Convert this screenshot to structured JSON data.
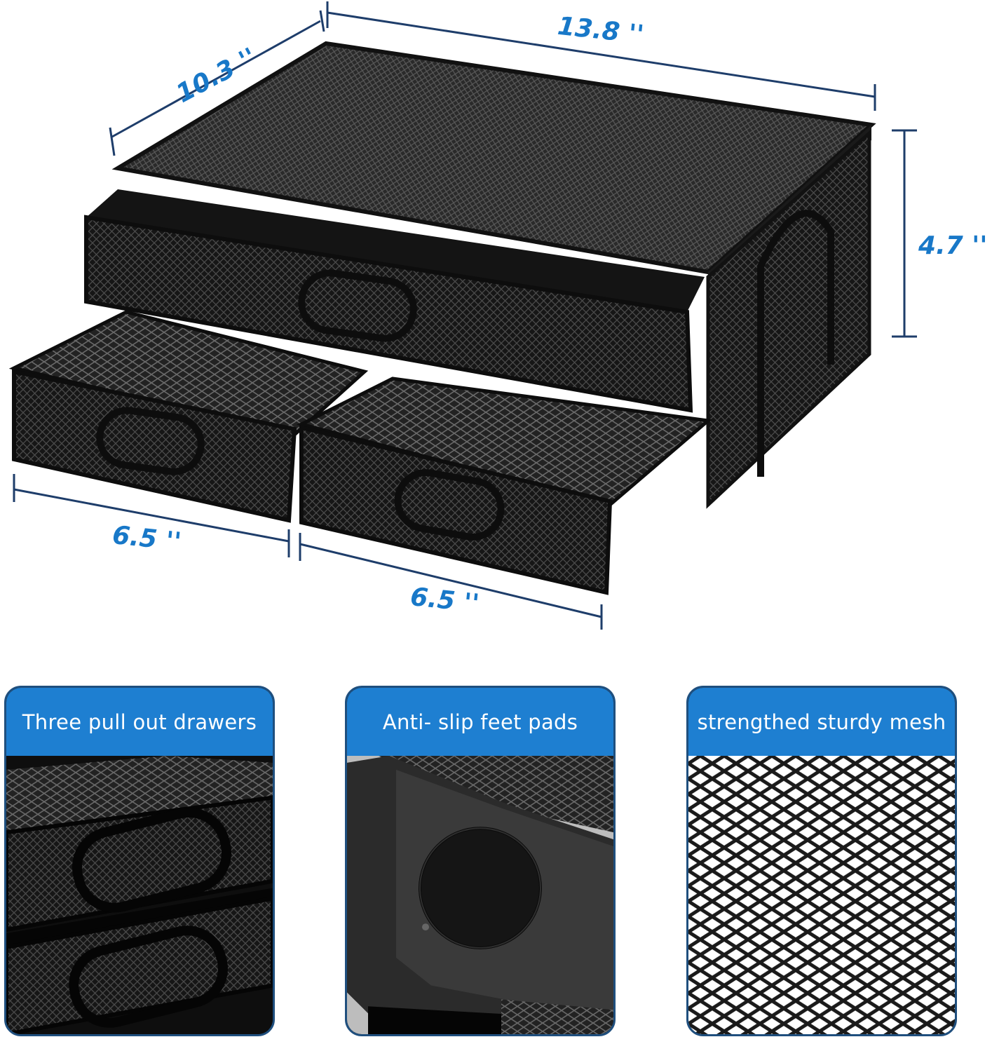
{
  "colors": {
    "accent_blue": "#1878c8",
    "header_blue": "#1e7fd1",
    "panel_border": "#1f4f7e",
    "metal_black": "#151515"
  },
  "dimensions": {
    "depth": "10.3 ''",
    "width": "13.8 ''",
    "height": "4.7 ''",
    "left_drawer_width": "6.5 ''",
    "right_drawer_width": "6.5 ''"
  },
  "panels": [
    {
      "title": "Three pull out drawers",
      "image": "drawers-closeup"
    },
    {
      "title": "Anti- slip feet pads",
      "image": "feet-pad-closeup"
    },
    {
      "title": "strengthed sturdy mesh",
      "image": "mesh-closeup"
    }
  ]
}
